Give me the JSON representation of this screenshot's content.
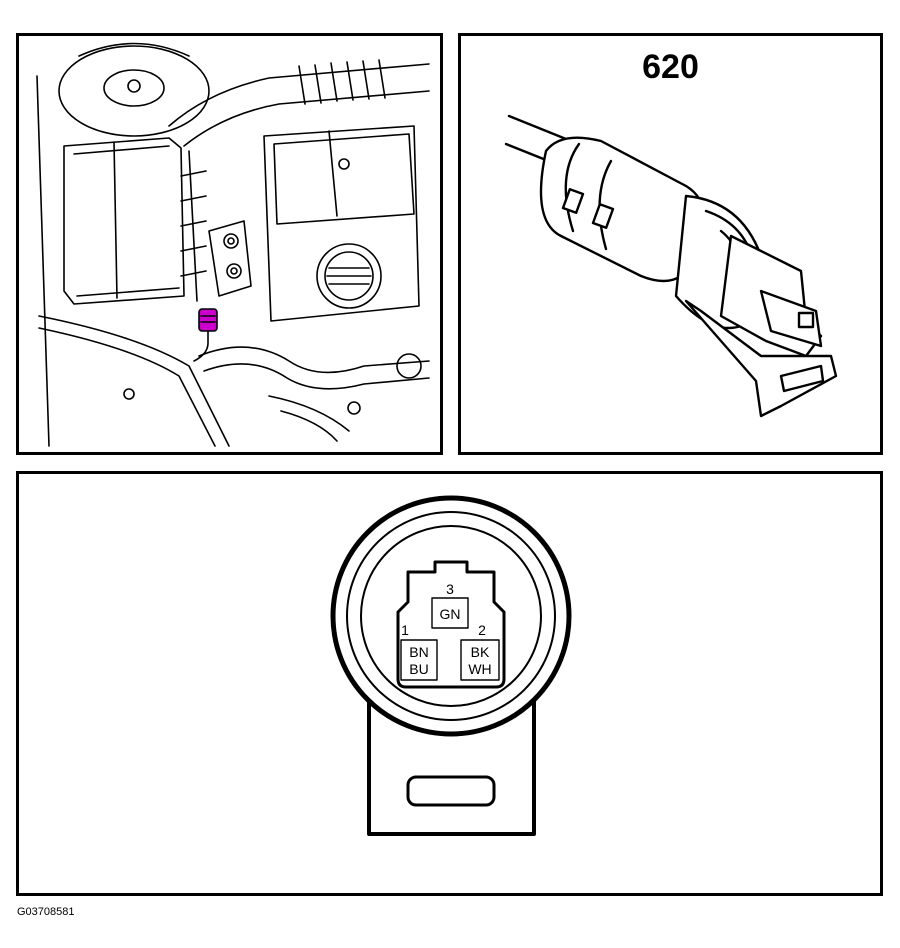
{
  "figure_id": "G03708581",
  "sensor_panel": {
    "component_number": "620"
  },
  "connector": {
    "pins": [
      {
        "number": "3",
        "wire_line1": "GN",
        "wire_line2": ""
      },
      {
        "number": "1",
        "wire_line1": "BN",
        "wire_line2": "BU"
      },
      {
        "number": "2",
        "wire_line1": "BK",
        "wire_line2": "WH"
      }
    ]
  },
  "colors": {
    "line": "#000000",
    "highlight": "#cc00cc",
    "background": "#ffffff"
  },
  "icons": [
    "engine-bay-illustration",
    "sensor-illustration",
    "connector-face-illustration"
  ]
}
